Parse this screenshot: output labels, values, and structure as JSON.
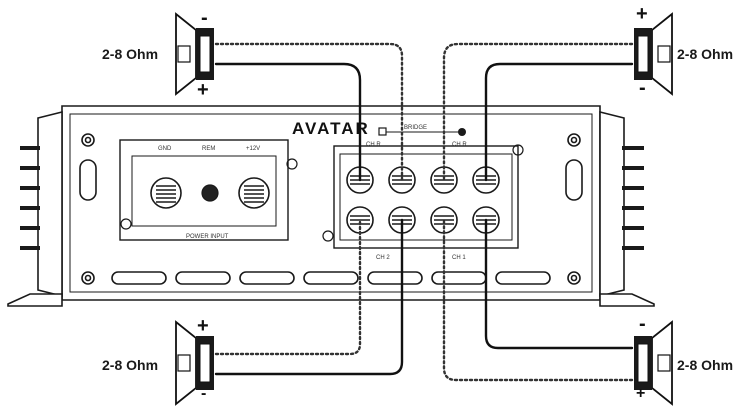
{
  "brand": "AVATAR",
  "speakers": {
    "top_left": {
      "impedance": "2-8 Ohm",
      "plus": "+",
      "minus": "-"
    },
    "top_right": {
      "impedance": "2-8 Ohm",
      "plus": "+",
      "minus": "-"
    },
    "bottom_left": {
      "impedance": "2-8 Ohm",
      "plus": "+",
      "minus": "-"
    },
    "bottom_right": {
      "impedance": "2-8 Ohm",
      "plus": "+",
      "minus": "-"
    }
  },
  "power_panel": {
    "gnd": "GND",
    "rem": "REM",
    "v12": "+12V",
    "caption": "POWER INPUT"
  },
  "speaker_panel": {
    "bridge": "BRIDGE",
    "ch_top_left": "CH R",
    "ch_top_right": "CH R",
    "ch_bottom_left": "CH 2",
    "ch_bottom_right": "CH 1"
  }
}
